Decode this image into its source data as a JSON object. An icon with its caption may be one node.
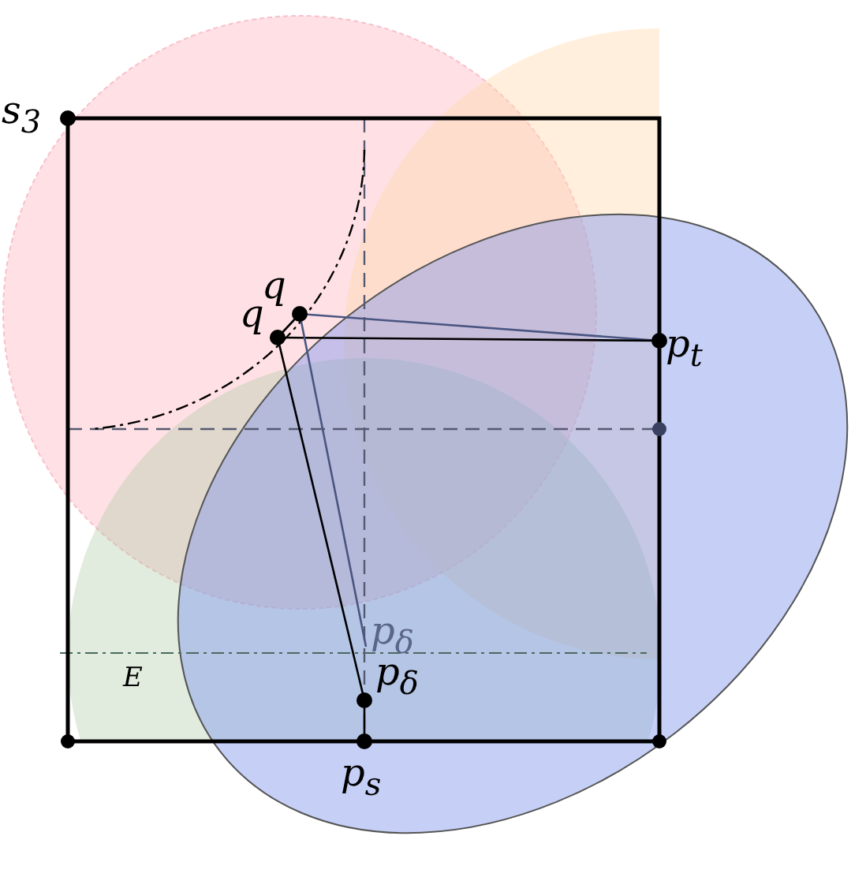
{
  "diagram": {
    "nodes": [
      {
        "text": [
          "s$_{3}$"
        ]
      },
      {
        "text": [
          "q"
        ]
      },
      {
        "text": [
          "q"
        ]
      },
      {
        "text": [
          "p$_{t}$"
        ]
      },
      {
        "text": [
          "p$_{δ}$"
        ]
      },
      {
        "text": [
          "p$_{δ}$"
        ]
      },
      {
        "text": [
          "p$_{s}$"
        ]
      }
    ],
    "edges": [
      {
        "from": 1,
        "to": 3,
        "arrow": "none",
        "color": "#4a5580"
      },
      {
        "from": 2,
        "to": 3,
        "arrow": "none"
      },
      {
        "from": 1,
        "to": 4,
        "arrow": "none",
        "color": "#4a5580"
      },
      {
        "from": 2,
        "to": 5,
        "arrow": "none"
      },
      {
        "from": 5,
        "to": 6,
        "arrow": "none"
      },
      {
        "from": 1,
        "to": 2,
        "arrow": "none"
      }
    ],
    "labels": [
      "E"
    ]
  }
}
